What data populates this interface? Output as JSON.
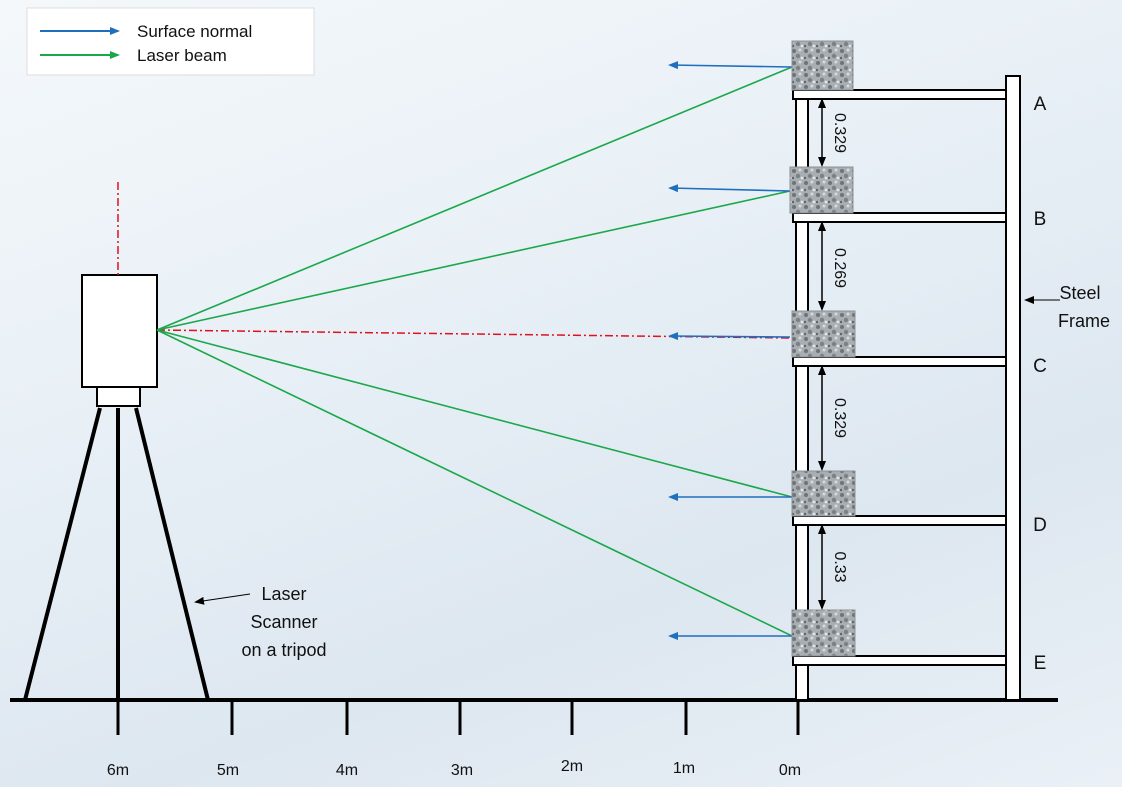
{
  "legend": {
    "items": [
      {
        "label": "Surface normal",
        "color": "#1f6fbf"
      },
      {
        "label": "Laser beam",
        "color": "#1aa84a"
      }
    ]
  },
  "scanner_label": [
    "Laser",
    "Scanner",
    "on a tripod"
  ],
  "frame_label": [
    "Steel",
    "Frame"
  ],
  "levels": [
    "A",
    "B",
    "C",
    "D",
    "E"
  ],
  "spacings": [
    "0.329",
    "0.269",
    "0.329",
    "0.33"
  ],
  "distance_ticks": [
    "6m",
    "5m",
    "4m",
    "3m",
    "2m",
    "1m",
    "0m"
  ],
  "colors": {
    "laser_beam": "#1aa84a",
    "surface_normal": "#1f6fbf",
    "axis_line": "#e0101e"
  }
}
